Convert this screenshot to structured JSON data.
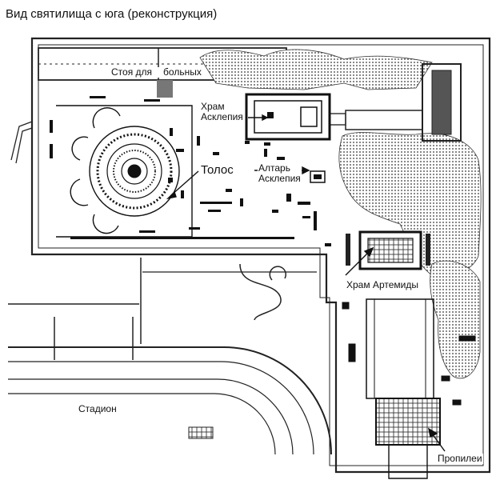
{
  "title": "Вид святилища с юга (реконструкция)",
  "labels": {
    "stoa_part1": "Стоя для",
    "stoa_part2": "больных",
    "temple_asklepios_line1": "Храм",
    "temple_asklepios_line2": "Асклепия",
    "tholos": "Толос",
    "altar_line1": "Алтарь",
    "altar_line2": "Асклепия",
    "temple_artemis": "Храм Артемиды",
    "stadium": "Стадион",
    "propylaea": "Пропилеи"
  }
}
